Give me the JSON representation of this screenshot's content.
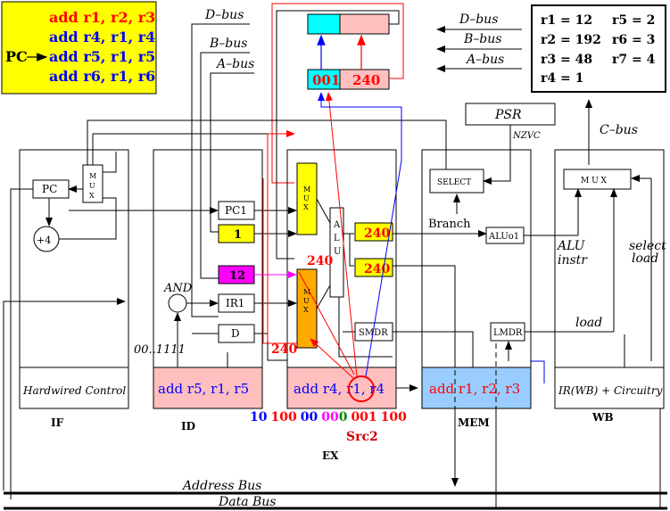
{
  "program": {
    "lines": [
      "add r1, r2, r3",
      "add r4, r1, r4",
      "add r5, r1, r5",
      "add r6, r1, r6"
    ],
    "pc_label": "PC",
    "colors": {
      "box": "#ffff00",
      "first": "#ff0000",
      "rest": "#0000ff"
    }
  },
  "registers": {
    "left": [
      "r1 = 12",
      "r2 = 192",
      "r3 = 48",
      "r4 = 1"
    ],
    "right": [
      "r5 = 2",
      "r6 = 3",
      "r7 = 4"
    ]
  },
  "buses": {
    "d_bus": "D–bus",
    "b_bus": "B–bus",
    "a_bus": "A–bus",
    "c_bus": "C–bus",
    "address_bus": "Address Bus",
    "data_bus": "Data Bus"
  },
  "regfile": {
    "cell1": "001",
    "cell2": "240"
  },
  "psr": {
    "label": "PSR",
    "flags": "NZVC"
  },
  "if_stage": {
    "pc": "PC",
    "mux": "M\nU\nX",
    "plus4": "+4",
    "hardwired": "Hardwired Control",
    "label": "IF"
  },
  "id_stage": {
    "pc1": "PC1",
    "one": "1",
    "twelve": "12",
    "ir1": "IR1",
    "d": "D",
    "and": "AND",
    "mask": "00..1111",
    "instr": "add r5, r1, r5",
    "label": "ID"
  },
  "ex_stage": {
    "mux_top": "M\nU\nX",
    "mux_bot": "M\nU\nX",
    "alu": "A\nL\nU",
    "out_top": "240",
    "out_bot": "240",
    "input_240_top": "240",
    "input_240_bot": "240",
    "smdr": "SMDR",
    "instr": "add r4, r1, r4",
    "label": "EX",
    "bits": [
      "10",
      "100",
      "00",
      "00",
      "0",
      "001",
      "100"
    ],
    "src2": "Src2"
  },
  "mem_stage": {
    "select": "SELECT",
    "branch": "Branch",
    "aluo1": "ALUo1",
    "lmdr": "LMDR",
    "instr": "add r1, r2, r3",
    "label": "MEM"
  },
  "wb_stage": {
    "mux": "M U X",
    "alu_instr": "ALU\ninstr",
    "select_load": "select\nload",
    "load": "load",
    "instr": "IR(WB) + Circuitry",
    "label": "WB"
  }
}
